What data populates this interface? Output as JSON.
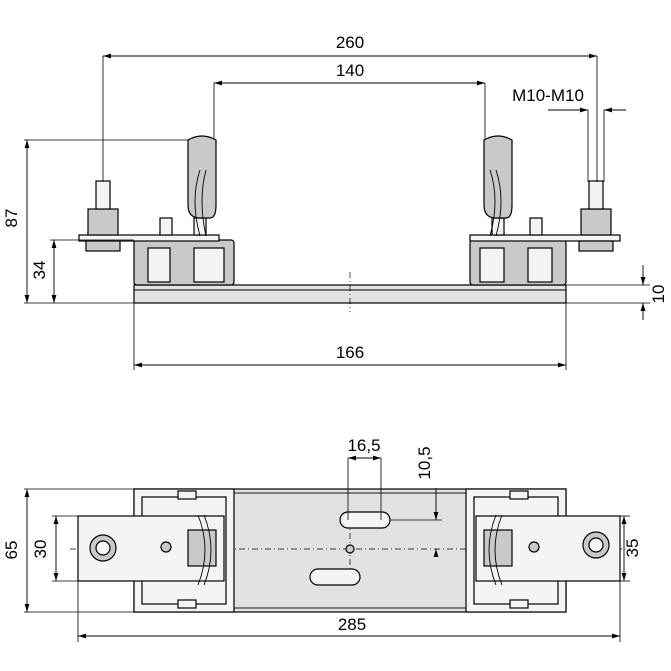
{
  "dimensions": {
    "side_view": {
      "overall_terminal_distance": "260",
      "contact_distance": "140",
      "thread": "M10-M10",
      "total_height": "87",
      "block_height": "34",
      "base_thickness": "10",
      "base_length": "166"
    },
    "top_view": {
      "slot_length": "16,5",
      "slot_offset": "10,5",
      "overall_width": "65",
      "terminal_width_left": "30",
      "terminal_width_right": "35",
      "overall_length": "285"
    }
  }
}
